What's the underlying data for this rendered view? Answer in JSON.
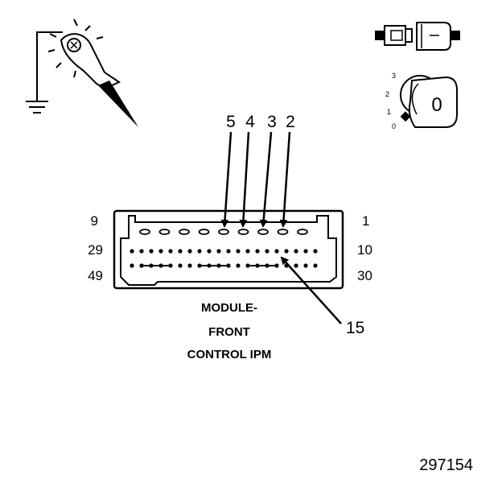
{
  "diagram": {
    "connector": {
      "row_start_labels": [
        "9",
        "29",
        "49"
      ],
      "row_end_labels": [
        "1",
        "10",
        "30"
      ],
      "probed_pins": [
        "5",
        "4",
        "3",
        "2"
      ],
      "callout_pin": "15"
    },
    "caption": [
      "MODULE-",
      "FRONT",
      "CONTROL IPM"
    ],
    "key_position_label": "0",
    "ignition_scale": [
      "3",
      "2",
      "1",
      "0"
    ],
    "figure_number": "297154"
  }
}
